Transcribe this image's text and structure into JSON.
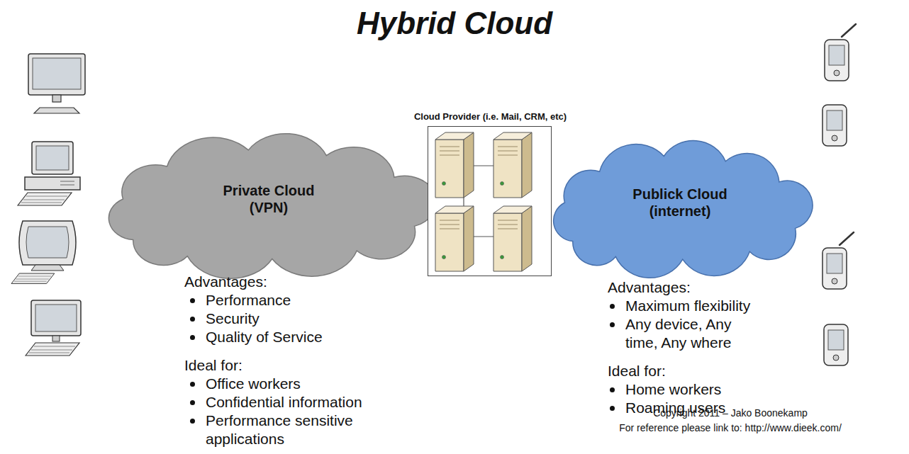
{
  "diagram": {
    "title": "Hybrid Cloud",
    "nodes": [
      {
        "text": [
          "Private Cloud (VPN)"
        ]
      },
      {
        "text": [
          "Cloud Provider (i.e. Mail, CRM, etc)"
        ]
      },
      {
        "text": [
          "Publick Cloud (internet)"
        ]
      }
    ],
    "labels": [
      "Advantages:",
      "Performance",
      "Security",
      "Quality of Service",
      "Ideal for:",
      "Office workers",
      "Confidential information",
      "Performance sensitive applications",
      "Advantages:",
      "Maximum flexibility",
      "Any device, Any time, Any where",
      "Ideal for:",
      "Home workers",
      "Roaming users",
      "Copyright 2011 – Jako Boonekamp",
      "For reference please link to: http://www.dieek.com/"
    ]
  }
}
